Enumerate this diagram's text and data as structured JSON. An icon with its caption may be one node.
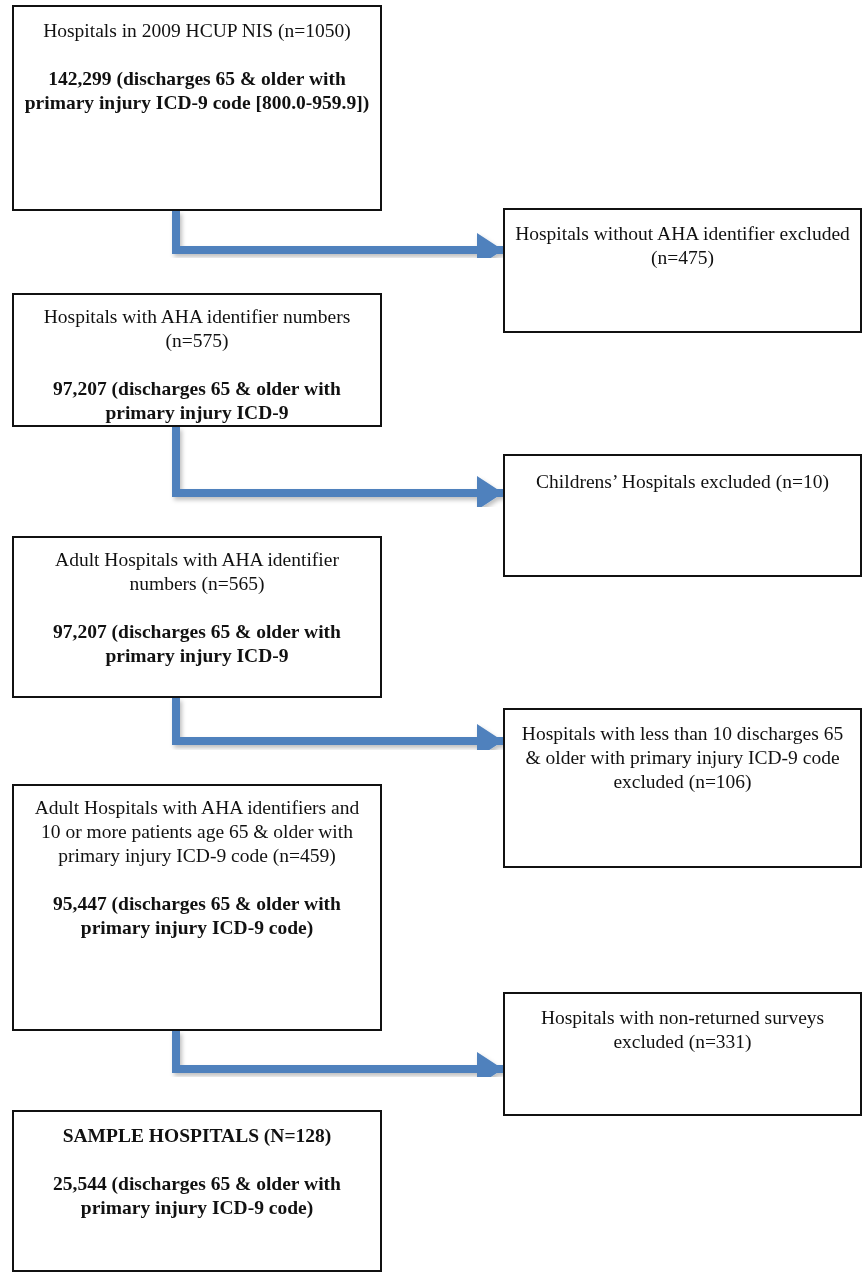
{
  "diagram": {
    "nodes": [
      {
        "text": [
          "Hospitals in 2009 HCUP NIS (n=1050)",
          "142,299 (discharges 65 & older with primary injury ICD-9 code [800.0-959.9])"
        ]
      },
      {
        "text": [
          "Hospitals without AHA identifier excluded (n=475)"
        ]
      },
      {
        "text": [
          "Hospitals with AHA identifier numbers (n=575)",
          "97,207 (discharges 65 & older with primary injury ICD-9"
        ]
      },
      {
        "text": [
          "Childrens’ Hospitals excluded (n=10)"
        ]
      },
      {
        "text": [
          "Adult Hospitals with AHA identifier numbers (n=565)",
          "97,207 (discharges 65 & older with primary injury ICD-9"
        ]
      },
      {
        "text": [
          "Hospitals with less than 10 discharges 65 & older with primary injury ICD-9 code excluded (n=106)"
        ]
      },
      {
        "text": [
          "Adult Hospitals with AHA identifiers and 10 or more patients age 65 & older with primary injury ICD-9 code (n=459)",
          "95,447 (discharges 65 & older with primary injury ICD-9 code)"
        ]
      },
      {
        "text": [
          "Hospitals with non-returned surveys excluded (n=331)"
        ]
      },
      {
        "text": [
          "SAMPLE HOSPITALS (N=128)",
          "25,544 (discharges 65 & older with primary injury ICD-9 code)"
        ]
      }
    ],
    "edges": [
      {
        "from": 0,
        "to": 2,
        "arrow": "to"
      },
      {
        "from": 0,
        "to": 1,
        "arrow": "to"
      },
      {
        "from": 2,
        "to": 4,
        "arrow": "to"
      },
      {
        "from": 2,
        "to": 3,
        "arrow": "to"
      },
      {
        "from": 4,
        "to": 6,
        "arrow": "to"
      },
      {
        "from": 4,
        "to": 5,
        "arrow": "to"
      },
      {
        "from": 6,
        "to": 8,
        "arrow": "to"
      },
      {
        "from": 6,
        "to": 7,
        "arrow": "to"
      }
    ]
  }
}
